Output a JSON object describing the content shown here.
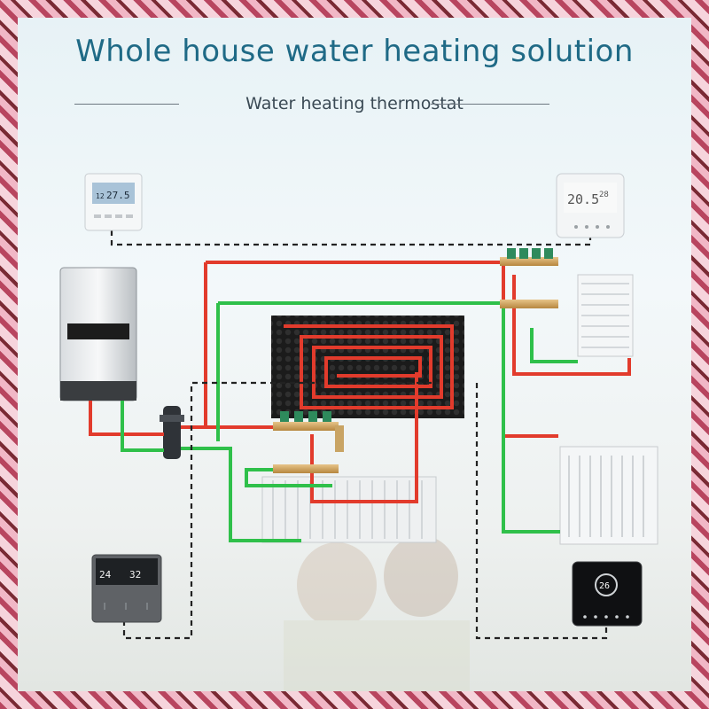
{
  "title": "Whole house water heating solution",
  "subtitle": "Water heating thermostat",
  "thermostat_top_left": {
    "temp": "27.5",
    "time": "12"
  },
  "thermostat_top_right": {
    "temp": "20.5",
    "temp2": "28"
  },
  "thermostat_bottom_left": {
    "temp1": "24",
    "temp2": "32"
  },
  "thermostat_bottom_right": {
    "temp": "26"
  },
  "colors": {
    "hot_pipe": "#e23b2c",
    "cold_pipe": "#2fc04a",
    "control_wire": "#222222",
    "title": "#1f6a86"
  }
}
